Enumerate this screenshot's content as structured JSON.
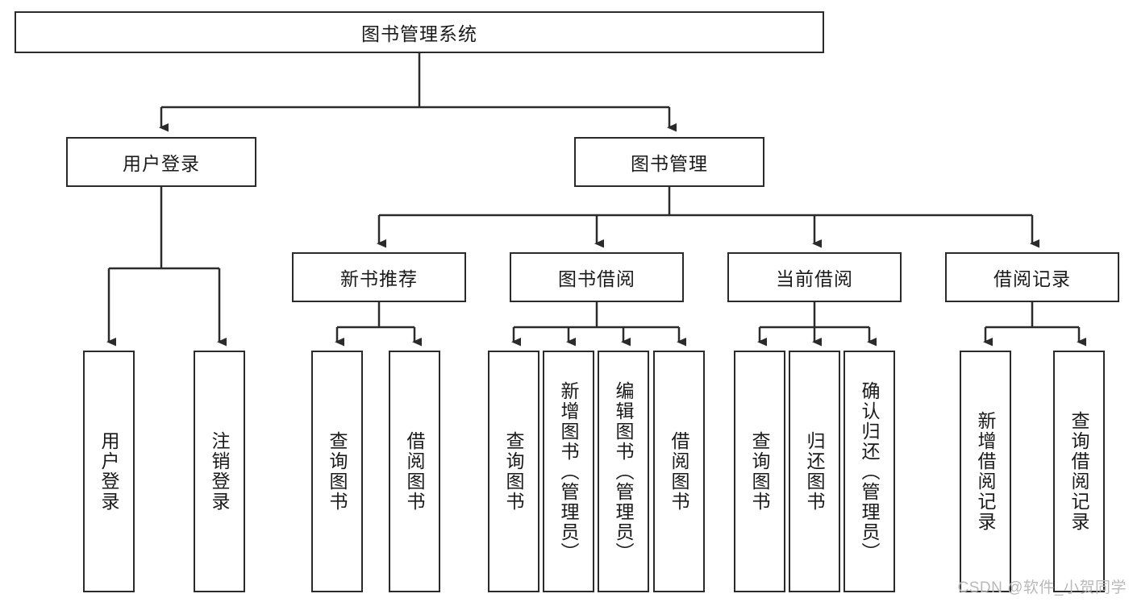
{
  "diagram": {
    "title": "图书管理系统",
    "type": "tree",
    "watermark": "CSDN @软件_小贺同学",
    "colors": {
      "stroke": "#2b2b2b",
      "fill": "#ffffff",
      "text": "#1a1a1a",
      "watermark": "#b9b9b9"
    },
    "levels": {
      "root": {
        "label": "图书管理系统"
      },
      "level2": [
        {
          "label": "用户登录"
        },
        {
          "label": "图书管理"
        }
      ],
      "level3": [
        {
          "label": "新书推荐"
        },
        {
          "label": "图书借阅"
        },
        {
          "label": "当前借阅"
        },
        {
          "label": "借阅记录"
        }
      ],
      "leaves": [
        {
          "label": "用户登录"
        },
        {
          "label": "注销登录"
        },
        {
          "label": "查询图书"
        },
        {
          "label": "借阅图书"
        },
        {
          "label": "查询图书"
        },
        {
          "label": "新增图书（管理员）"
        },
        {
          "label": "编辑图书（管理员）"
        },
        {
          "label": "借阅图书"
        },
        {
          "label": "查询图书"
        },
        {
          "label": "归还图书"
        },
        {
          "label": "确认归还（管理员）"
        },
        {
          "label": "新增借阅记录"
        },
        {
          "label": "查询借阅记录"
        }
      ]
    }
  }
}
